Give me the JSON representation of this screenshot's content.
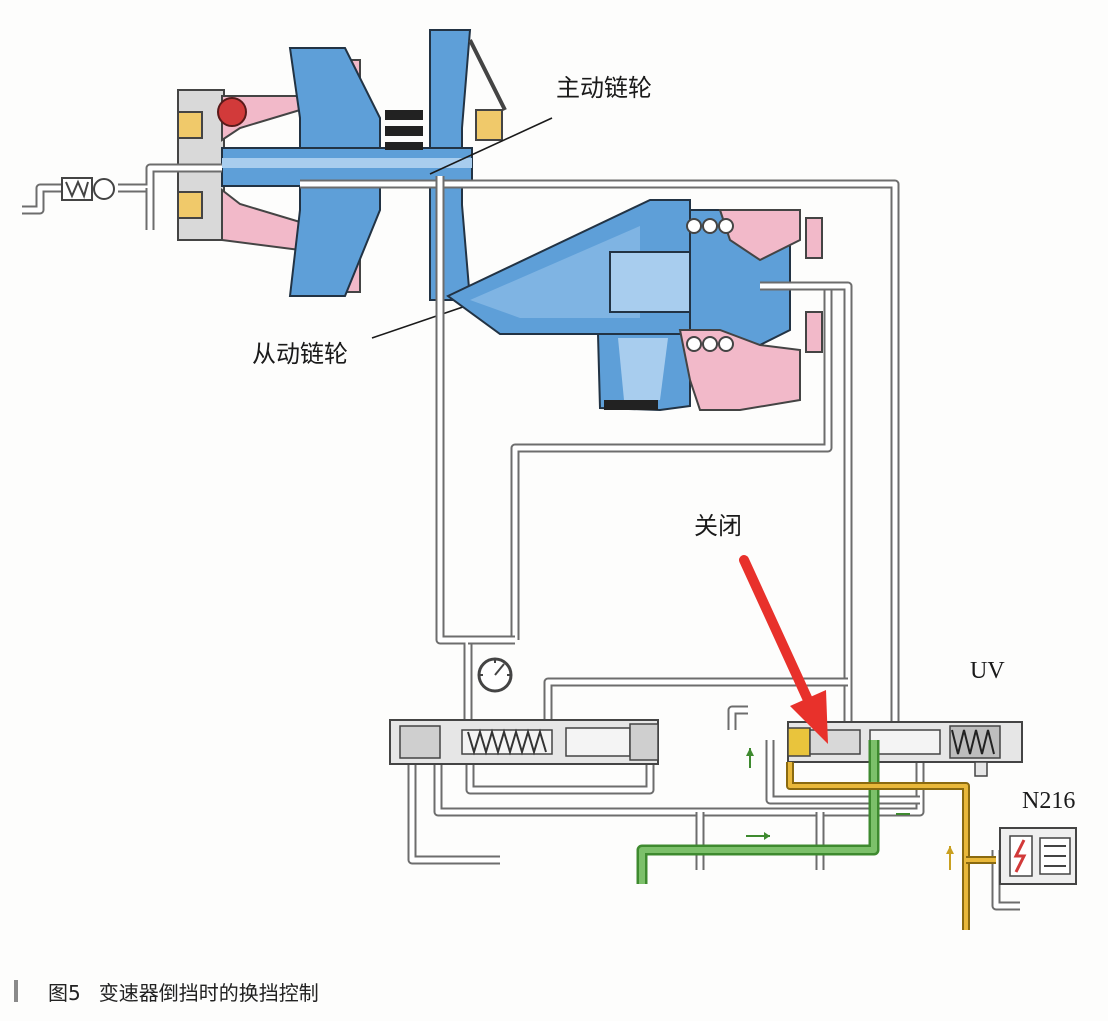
{
  "labels": {
    "primary_pulley": "主动链轮",
    "secondary_pulley": "从动链轮",
    "closed": "关闭",
    "uv": "UV",
    "n216": "N216"
  },
  "caption": {
    "figure_no": "图5",
    "text": "变速器倒挡时的换挡控制"
  },
  "colors": {
    "pulley_blue": "#5e9fd8",
    "pulley_light_blue": "#a8cdee",
    "seal_pink": "#e48aa4",
    "seal_red": "#d23a3a",
    "pipe_gray": "#6d6d6d",
    "oil_green": "#3e8a2f",
    "oil_yellow": "#e9b83a",
    "arrow_red": "#e8312b"
  },
  "icons": [
    "check-valve-icon",
    "pressure-gauge-icon",
    "arrow-icon",
    "solenoid-symbol-icon"
  ]
}
